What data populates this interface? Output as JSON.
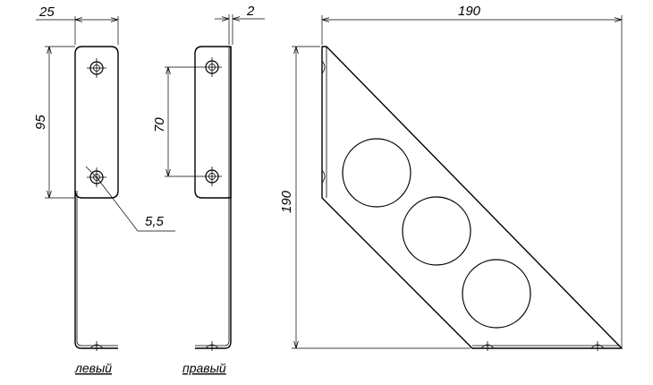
{
  "dimensions": {
    "left_width": "25",
    "left_hole_spacing": "95",
    "hole_diameter": "5,5",
    "right_hole_spacing": "70",
    "thickness": "2",
    "bracket_width": "190",
    "bracket_height": "190"
  },
  "captions": {
    "left": "левый",
    "right": "правый"
  },
  "colors": {
    "line": "#000000",
    "background": "#ffffff"
  }
}
